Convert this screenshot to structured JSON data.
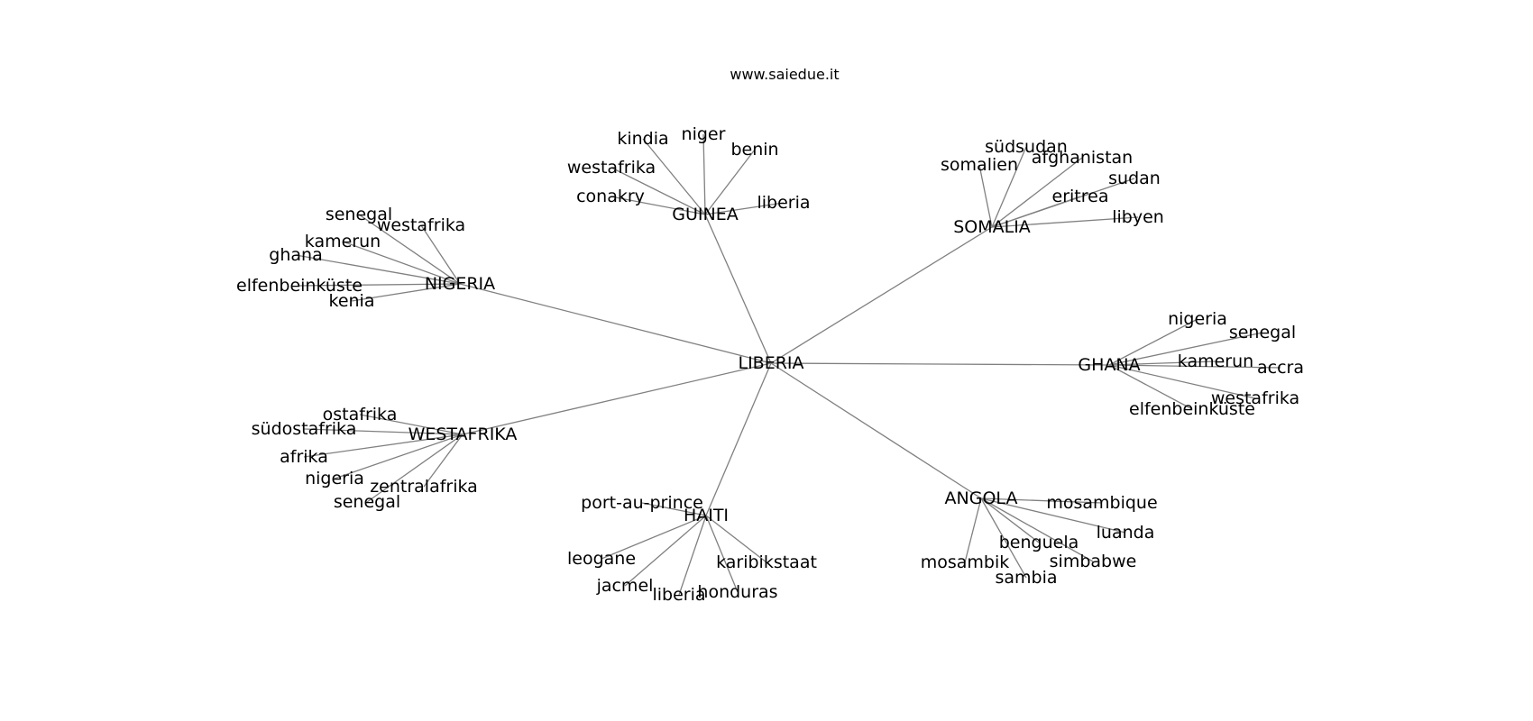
{
  "title": "www.saiedue.it",
  "graph": {
    "center": "LIBERIA",
    "hubs": [
      {
        "name": "GUINEA",
        "children": [
          "kindia",
          "niger",
          "benin",
          "westafrika",
          "conakry",
          "liberia"
        ]
      },
      {
        "name": "SOMALIA",
        "children": [
          "südsudan",
          "afghanistan",
          "somalien",
          "sudan",
          "eritrea",
          "libyen"
        ]
      },
      {
        "name": "NIGERIA",
        "children": [
          "senegal",
          "westafrika",
          "kamerun",
          "ghana",
          "elfenbeinküste",
          "kenia"
        ]
      },
      {
        "name": "GHANA",
        "children": [
          "nigeria",
          "senegal",
          "kamerun",
          "accra",
          "westafrika",
          "elfenbeinküste"
        ]
      },
      {
        "name": "WESTAFRIKA",
        "children": [
          "ostafrika",
          "südostafrika",
          "afrika",
          "nigeria",
          "zentralafrika",
          "senegal"
        ]
      },
      {
        "name": "HAITI",
        "children": [
          "port-au-prince",
          "leogane",
          "jacmel",
          "liberia",
          "honduras",
          "karibikstaat"
        ]
      },
      {
        "name": "ANGOLA",
        "children": [
          "mosambique",
          "luanda",
          "benguela",
          "simbabwe",
          "mosambik",
          "sambia"
        ]
      }
    ]
  }
}
